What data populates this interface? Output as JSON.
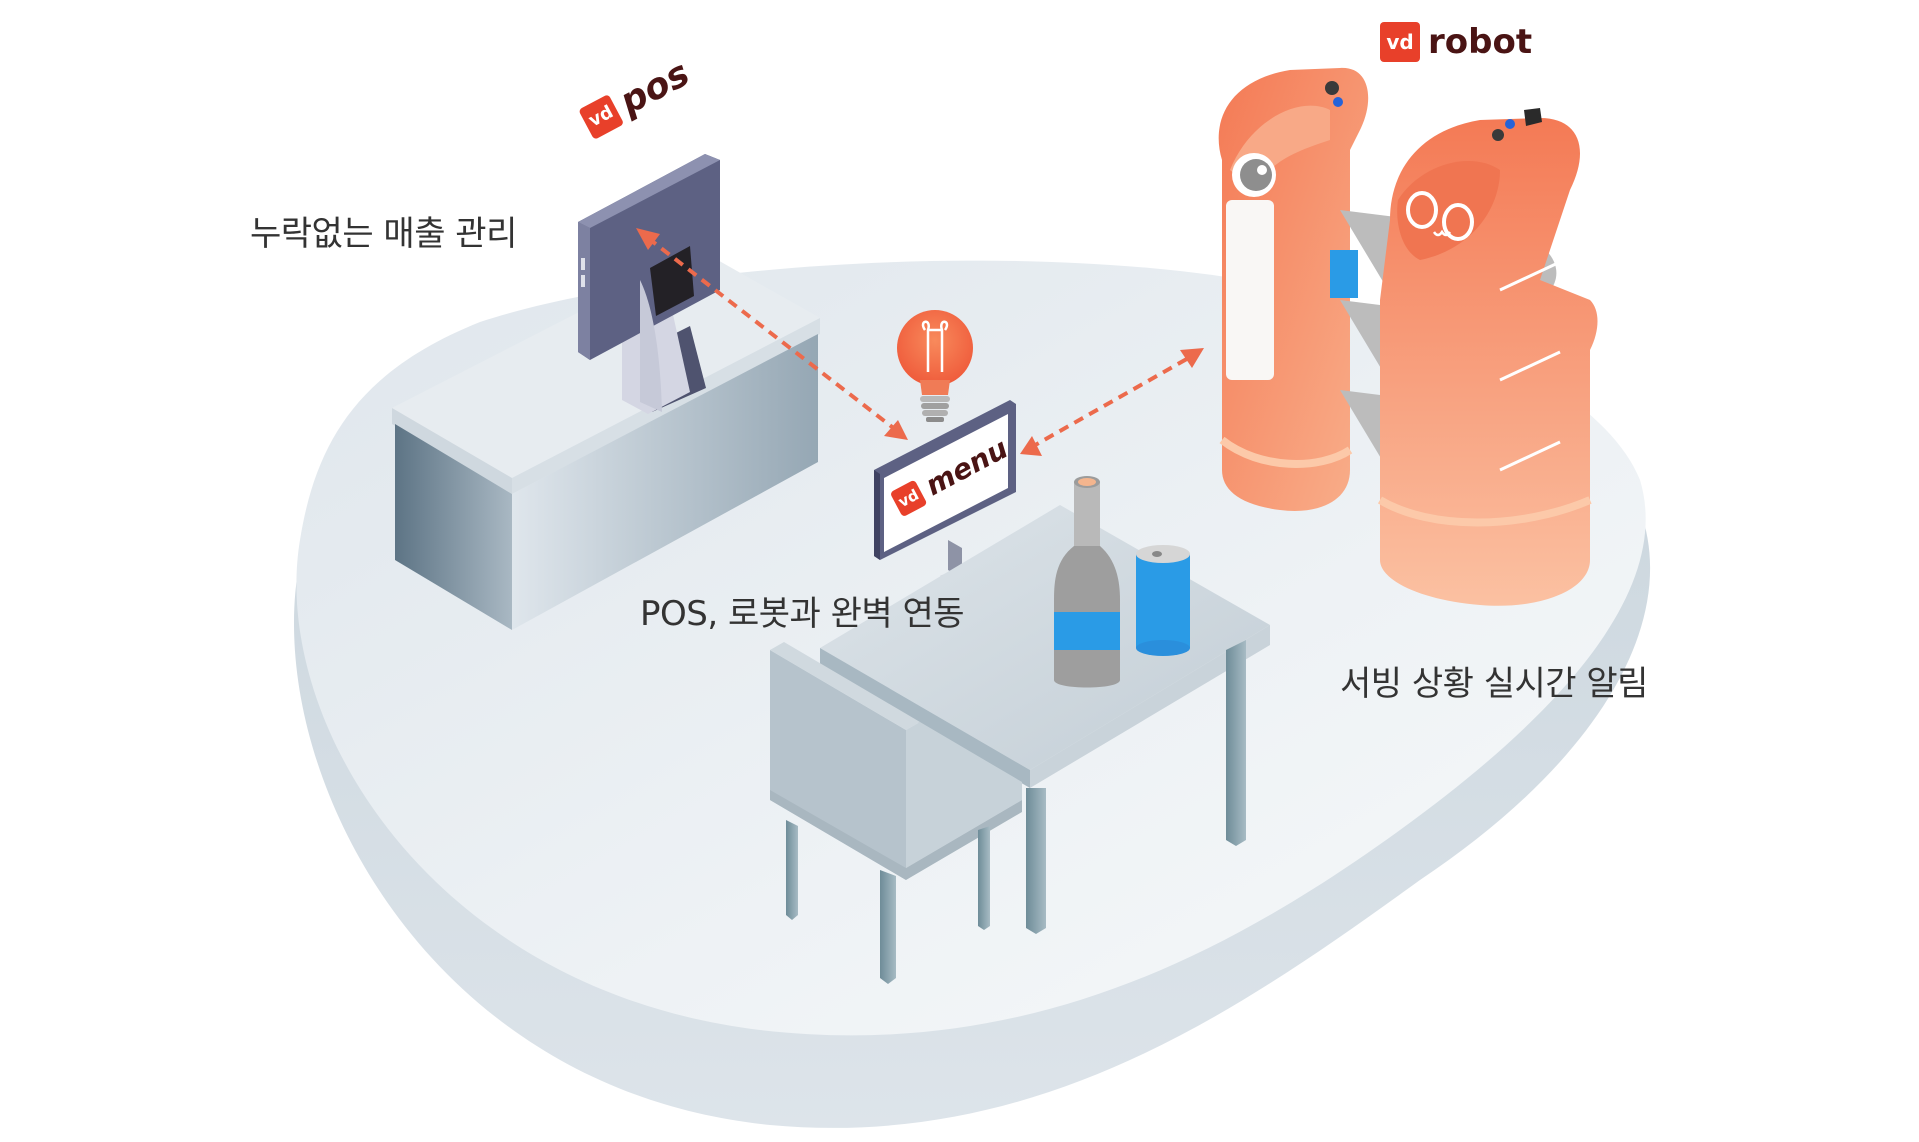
{
  "illustration": {
    "title": "vd product ecosystem illustration",
    "colors": {
      "brand_red": "#e8402a",
      "brand_text": "#4a1414",
      "robot_orange": "#f4855e",
      "robot_light": "#f8b591",
      "platform": "#e3e9ee",
      "platform_edge": "#c9d4dc",
      "connector_arrow": "#ec6a4c",
      "device_navy": "#5d6183",
      "caption_text": "#333333",
      "bottle_label_blue": "#2a9be6"
    }
  },
  "brands": {
    "pos": {
      "badge": "vd",
      "word": "pos"
    },
    "menu": {
      "badge": "vd",
      "word": "menu"
    },
    "robot": {
      "badge": "vd",
      "word": "robot"
    }
  },
  "captions": {
    "pos": "누락없는 매출 관리",
    "menu": "POS, 로봇과 완벽 연동",
    "robot": "서빙 상황 실시간 알림"
  },
  "connections": [
    {
      "from": "menu",
      "to": "pos",
      "style": "dashed-double-arrow"
    },
    {
      "from": "menu",
      "to": "robot",
      "style": "dashed-double-arrow"
    }
  ],
  "icons": {
    "bulb": "lightbulb-icon",
    "bottle": "bottle-icon",
    "can": "can-icon"
  }
}
